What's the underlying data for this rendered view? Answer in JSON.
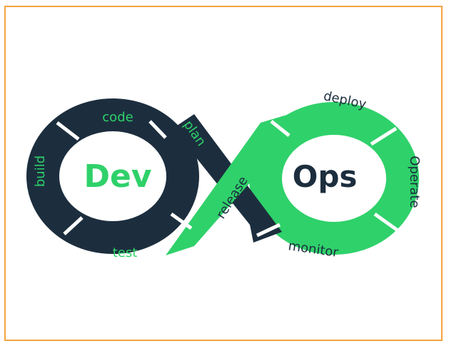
{
  "diagram": {
    "center_left": "Dev",
    "center_right": "Ops",
    "stages": {
      "plan": "plan",
      "code": "code",
      "build": "build",
      "test": "test",
      "release": "release",
      "deploy": "deploy",
      "operate": "Operate",
      "monitor": "monitor"
    }
  },
  "colors": {
    "dark": "#1c2e3e",
    "green": "#2fd16a",
    "border": "#f4a340"
  }
}
